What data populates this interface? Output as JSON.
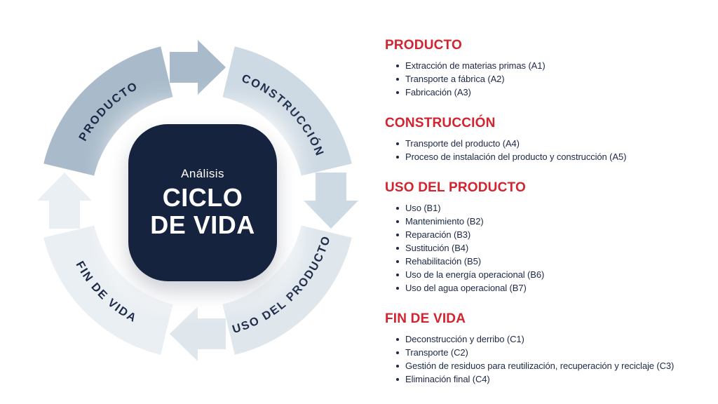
{
  "diagram": {
    "center": {
      "subtitle": "Análisis",
      "title_line1": "CICLO",
      "title_line2": "DE VIDA",
      "bg_color": "#16233e",
      "text_color": "#ffffff"
    },
    "segments": [
      {
        "id": "producto",
        "label": "PRODUCTO",
        "color": "#a9bbca"
      },
      {
        "id": "construccion",
        "label": "CONSTRUCCIÓN",
        "color": "#cdd9e3"
      },
      {
        "id": "uso-del-producto",
        "label": "USO DEL PRODUCTO",
        "color": "#dfe7ed"
      },
      {
        "id": "fin-de-vida",
        "label": "FIN DE VIDA",
        "color": "#eaeff3"
      }
    ],
    "label_color": "#1b2947"
  },
  "sections": [
    {
      "title": "PRODUCTO",
      "items": [
        "Extracción de materias primas (A1)",
        "Transporte a fábrica (A2)",
        "Fabricación (A3)"
      ]
    },
    {
      "title": "CONSTRUCCIÓN",
      "items": [
        "Transporte del producto (A4)",
        "Proceso de instalación del producto y construcción (A5)"
      ]
    },
    {
      "title": "USO DEL PRODUCTO",
      "items": [
        "Uso (B1)",
        "Mantenimiento (B2)",
        "Reparación (B3)",
        "Sustitución (B4)",
        "Rehabilitación (B5)",
        "Uso de la energía operacional (B6)",
        "Uso del agua operacional (B7)"
      ]
    },
    {
      "title": "FIN DE VIDA",
      "items": [
        "Deconstrucción y derribo (C1)",
        "Transporte (C2)",
        "Gestión de residuos para reutilización, recuperación y reciclaje (C3)",
        "Eliminación final (C4)"
      ]
    }
  ],
  "colors": {
    "heading_red": "#d3232f",
    "text_navy": "#1b2947",
    "background": "#ffffff"
  }
}
